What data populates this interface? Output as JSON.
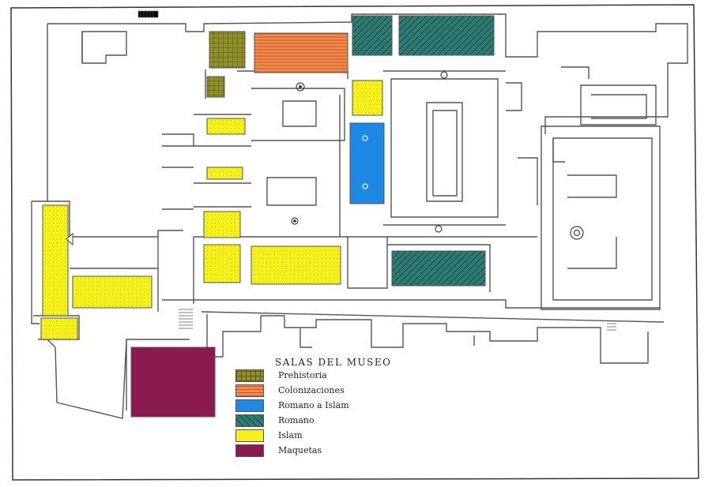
{
  "legend": {
    "title": "SALAS DEL MUSEO",
    "items": [
      {
        "label": "Prehistoria",
        "color": "#8f8f2c",
        "pattern": "grid"
      },
      {
        "label": "Colonizaciones",
        "color": "#f08a4d",
        "pattern": "hlines"
      },
      {
        "label": "Romano a Islam",
        "color": "#1e88e5",
        "pattern": "solid"
      },
      {
        "label": "Romano",
        "color": "#2f7a73",
        "pattern": "hatch"
      },
      {
        "label": "Islam",
        "color": "#f5ef1c",
        "pattern": "solid"
      },
      {
        "label": "Maquetas",
        "color": "#8b1a4f",
        "pattern": "solid"
      }
    ]
  }
}
